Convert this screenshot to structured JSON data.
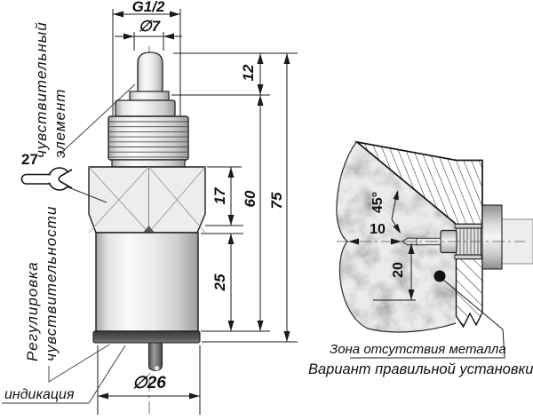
{
  "drawing": {
    "front_view": {
      "labels": {
        "sensitive_element": [
          "чувствительный",
          "элемент"
        ],
        "wrench_size": "27",
        "sensitivity_adjustment": [
          "Регулировка",
          "чувствительности"
        ],
        "indication": "индикация"
      },
      "dimensions": {
        "thread": "G1/2",
        "tip_diameter": "∅7",
        "tip_length": "12",
        "nut_height": "17",
        "body_length": "25",
        "length_60": "60",
        "total_length": "75",
        "body_diameter": "∅26"
      }
    },
    "installation_view": {
      "dimensions": {
        "chamfer_angle": "45°",
        "front_clearance": "10",
        "radial_clearance": "20"
      },
      "labels": {
        "no_metal_zone": "Зона отсутствия металла",
        "caption": "Вариант правильной установки"
      }
    },
    "colors": {
      "line": "#1a1a1a",
      "metal_light": "#fafafa",
      "metal_dark": "#a0a0a0",
      "indication_band": "#4a4a4a",
      "zone_fill": "#d7d7d7"
    }
  }
}
